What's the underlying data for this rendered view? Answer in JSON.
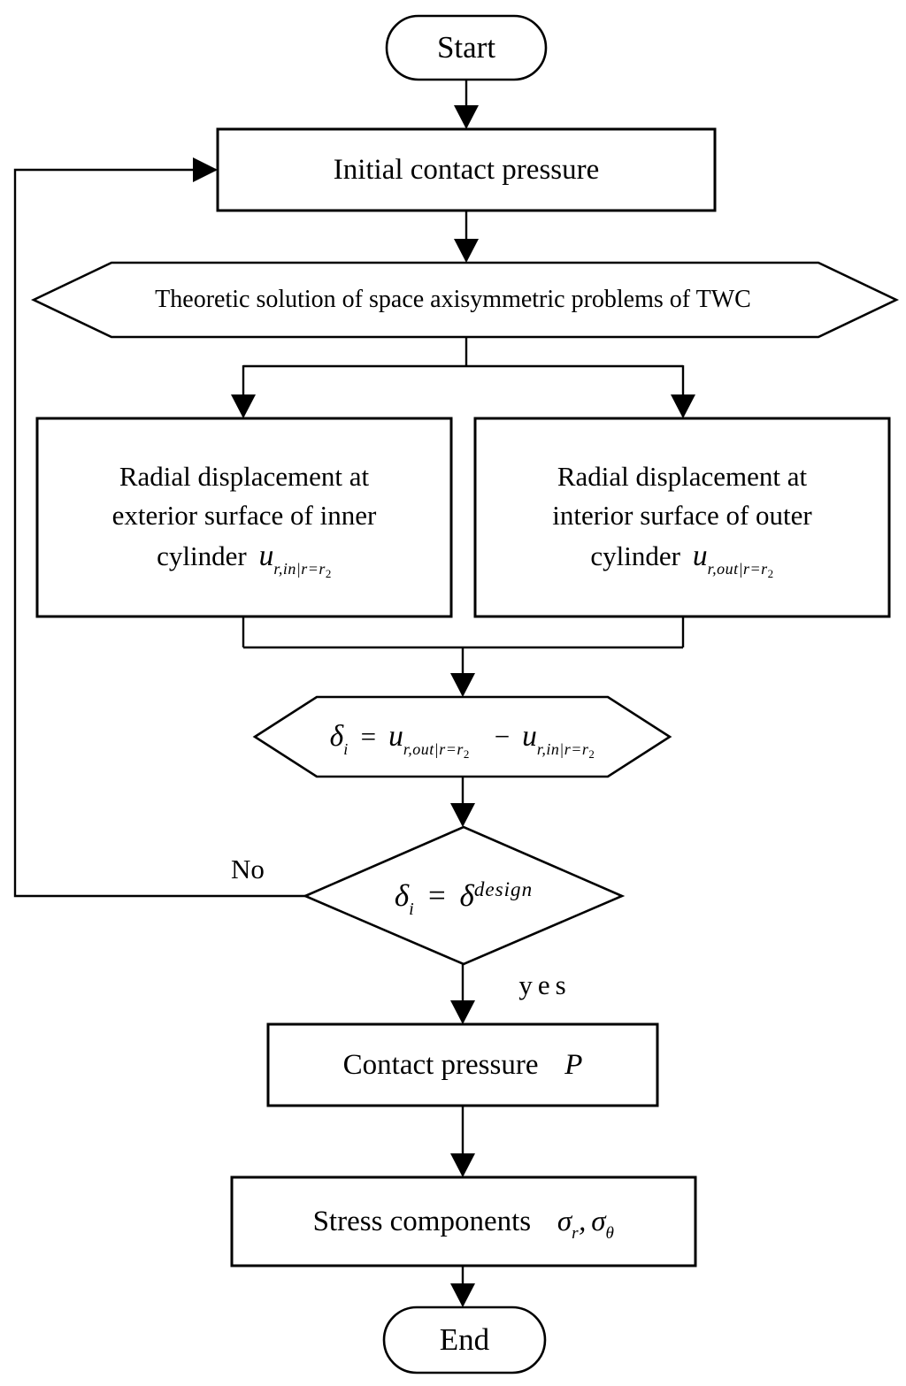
{
  "colors": {
    "line": "#000000",
    "background": "#ffffff",
    "text": "#000000"
  },
  "flowchart": {
    "start": {
      "label": "Start"
    },
    "initial_pressure": {
      "label": "Initial contact pressure"
    },
    "theoretic": {
      "label": "Theoretic solution of space axisymmetric problems of TWC"
    },
    "radial_inner": {
      "line1": "Radial displacement at",
      "line2": "exterior surface of inner",
      "line3": "cylinder",
      "math_base": "u",
      "math_sub": "r,in|r=r",
      "math_subsub": "2"
    },
    "radial_outer": {
      "line1": "Radial displacement at",
      "line2": "interior surface of outer",
      "line3": "cylinder",
      "math_base": "u",
      "math_sub": "r,out|r=r",
      "math_subsub": "2"
    },
    "delta_eq": {
      "lhs": "δ",
      "lhs_sub": "i",
      "eq": "=",
      "t1_base": "u",
      "t1_sub": "r,out|r=r",
      "t1_subsub": "2",
      "minus": "−",
      "t2_base": "u",
      "t2_sub": "r,in|r=r",
      "t2_subsub": "2"
    },
    "decision": {
      "lhs": "δ",
      "lhs_sub": "i",
      "eq": "=",
      "rhs": "δ",
      "rhs_sup": "design"
    },
    "no_label": "No",
    "yes_label": "yes",
    "contact_pressure": {
      "label": "Contact pressure",
      "symbol": "P"
    },
    "stress": {
      "label": "Stress components",
      "sigma": "σ",
      "sub_r": "r",
      "comma": ",",
      "sub_theta": "θ"
    },
    "end": {
      "label": "End"
    }
  }
}
